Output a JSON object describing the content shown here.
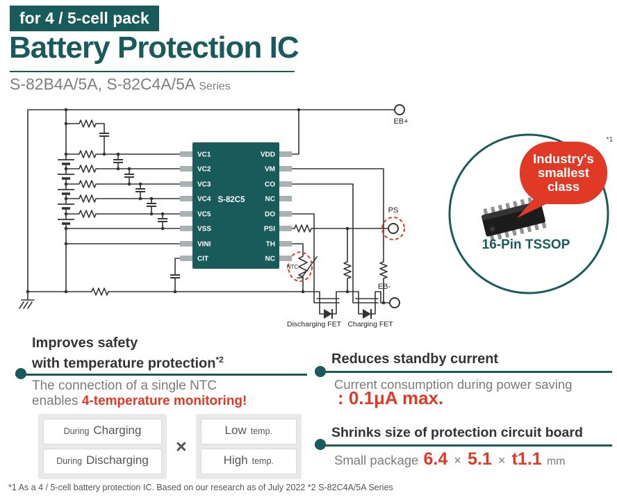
{
  "header": {
    "banner": "for 4 / 5-cell pack",
    "title": "Battery Protection IC",
    "series": "S-82B4A/5A, S-82C4A/5A",
    "series_suffix": "Series"
  },
  "circuit": {
    "ic_label": "S-82C5",
    "left_pins": [
      "VC1",
      "VC2",
      "VC3",
      "VC4",
      "VC5",
      "VSS",
      "VINI",
      "CIT"
    ],
    "right_pins": [
      "VDD",
      "VM",
      "CO",
      "NC",
      "DO",
      "PSI",
      "TH",
      "NC"
    ],
    "terminal_eb_plus": "EB+",
    "terminal_eb_minus": "EB-",
    "terminal_ps": "PS",
    "ntc_label": "NTC",
    "discharging_fet_label": "Discharging FET",
    "charging_fet_label": "Charging FET"
  },
  "badge": {
    "note": "*1",
    "bubble": [
      "Industry's",
      "smallest",
      "class"
    ],
    "package": "16-Pin TSSOP"
  },
  "features": {
    "safety": {
      "heading_line1": "Improves safety",
      "heading_line2": "with temperature protection",
      "heading_note": "*2",
      "body_line1": "The connection of a single NTC",
      "body_line2_prefix": "enables ",
      "body_line2_highlight": "4-temperature monitoring!",
      "matrix": {
        "operator": "×",
        "left": [
          {
            "small": "During",
            "big": "Charging"
          },
          {
            "small": "During",
            "big": "Discharging"
          }
        ],
        "right": [
          {
            "big": "Low",
            "small": "temp."
          },
          {
            "big": "High",
            "small": "temp."
          }
        ]
      }
    },
    "standby": {
      "heading": "Reduces standby current",
      "body": "Current consumption during power saving",
      "value": ": 0.1μA max."
    },
    "size": {
      "heading": "Shrinks size of protection circuit board",
      "prefix": "Small package",
      "d1": "6.4",
      "x1": "×",
      "d2": "5.1",
      "x2": "×",
      "d3": "t1.1",
      "unit": "mm"
    }
  },
  "footer": {
    "note": "*1 As a 4 / 5-cell battery protection IC. Based on our research as of July 2022  *2 S-82C4A/5A Series"
  },
  "colors": {
    "teal": "#195a5b",
    "red": "#e03a26"
  }
}
